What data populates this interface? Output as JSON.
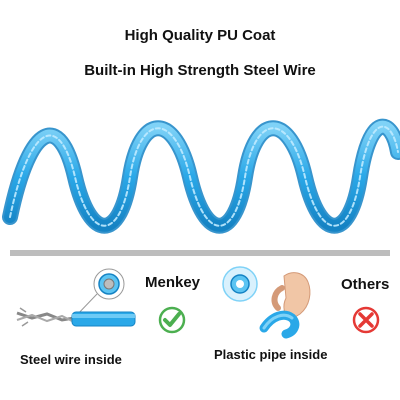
{
  "headline": {
    "line1": "High Quality PU Coat",
    "line2": "Built-in High Strength Steel Wire"
  },
  "comparison": {
    "left": {
      "brand": "Menkey",
      "caption": "Steel wire inside",
      "verdict_icon": "check-icon",
      "verdict_color": "#4caf50"
    },
    "right": {
      "brand": "Others",
      "caption": "Plastic pipe inside",
      "verdict_icon": "cross-icon",
      "verdict_color": "#e53935"
    }
  },
  "colors": {
    "cable": "#2aa8e8",
    "cable_dark": "#1583c4",
    "cable_light": "#7fd2f7"
  }
}
